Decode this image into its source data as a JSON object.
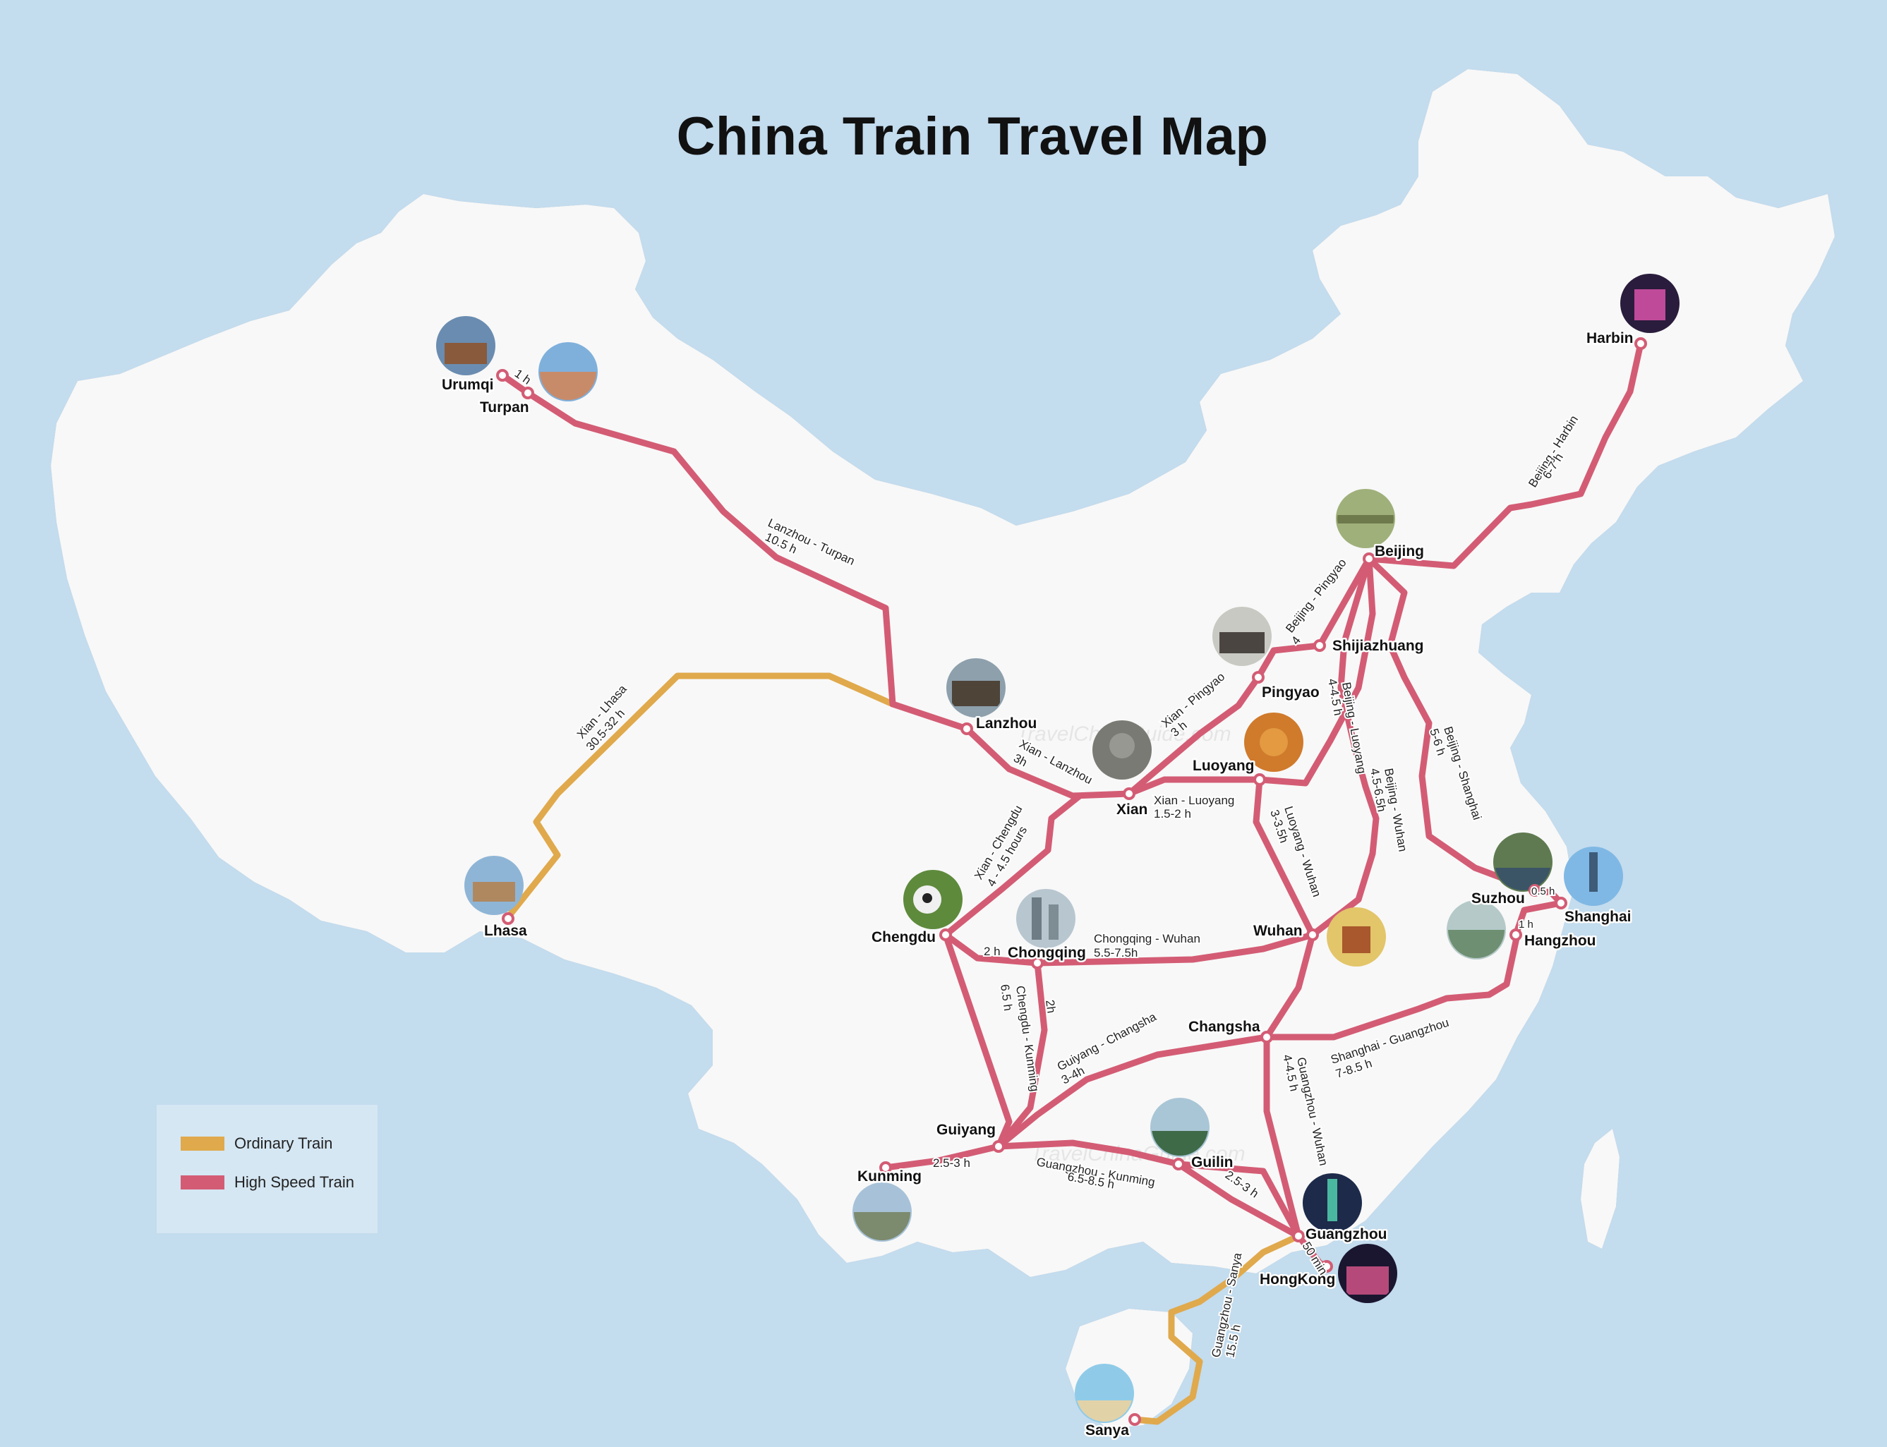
{
  "map": {
    "title": "China Train Travel Map",
    "watermark": "TravelChinaGuide.com",
    "colors": {
      "sea": "#c3dcee",
      "land": "#f8f8f8",
      "high_speed": "#d35c74",
      "ordinary": "#e0a94c"
    }
  },
  "legend": {
    "items": [
      {
        "label": "Ordinary Train",
        "color": "#e0a94c"
      },
      {
        "label": "High Speed Train",
        "color": "#d35c74"
      }
    ]
  },
  "cities": {
    "urumqi": "Urumqi",
    "turpan": "Turpan",
    "lhasa": "Lhasa",
    "lanzhou": "Lanzhou",
    "xian": "Xian",
    "pingyao": "Pingyao",
    "luoyang": "Luoyang",
    "beijing": "Beijing",
    "shijiazhuang": "Shijiazhuang",
    "harbin": "Harbin",
    "chengdu": "Chengdu",
    "chongqing": "Chongqing",
    "wuhan": "Wuhan",
    "suzhou": "Suzhou",
    "shanghai": "Shanghai",
    "hangzhou": "Hangzhou",
    "changsha": "Changsha",
    "guiyang": "Guiyang",
    "kunming": "Kunming",
    "guilin": "Guilin",
    "guangzhou": "Guangzhou",
    "hongkong": "HongKong",
    "sanya": "Sanya"
  },
  "routes": {
    "urumqi_turpan": "1 h",
    "lanzhou_turpan": [
      "Lanzhou - Turpan",
      "10.5 h"
    ],
    "xian_lhasa": [
      "Xian - Lhasa",
      "30.5-32 h"
    ],
    "xian_lanzhou": [
      "Xian - Lanzhou",
      "3h"
    ],
    "xian_pingyao": [
      "Xian - Pingyao",
      "3 h"
    ],
    "beijing_pingyao": [
      "Beijing - Pingyao",
      "4"
    ],
    "beijing_luoyang": [
      "Beijing - Luoyang",
      "4-4.5 h"
    ],
    "beijing_wuhan": [
      "Beijing - Wuhan",
      "4.5-6.5h"
    ],
    "beijing_shanghai": [
      "Beijing - Shanghai",
      "5-6 h"
    ],
    "beijing_harbin": [
      "Beijing - Harbin",
      "6-7 h"
    ],
    "xian_luoyang": [
      "Xian - Luoyang",
      "1.5-2 h"
    ],
    "luoyang_wuhan": [
      "Luoyang - Wuhan",
      "3-3.5h"
    ],
    "xian_chengdu": [
      "Xian - Chengdu",
      "4 - 4.5 hours"
    ],
    "chengdu_chongqing": "2 h",
    "chongqing_wuhan": [
      "Chongqing - Wuhan",
      "5.5-7.5h"
    ],
    "chengdu_kunming": [
      "Chengdu - Kunming",
      "6.5 h"
    ],
    "chongqing_guiyang": "2h",
    "guiyang_changsha": [
      "Guiyang - Changsha",
      "3-4h"
    ],
    "shanghai_guangzhou": [
      "Shanghai - Guangzhou",
      "7-8.5 h"
    ],
    "suzhou_shanghai": "0.5 h",
    "shanghai_hangzhou": "1 h",
    "guangzhou_wuhan": [
      "Guangzhou - Wuhan",
      "4-4.5 h"
    ],
    "kunming_guiyang": "2.5-3 h",
    "guangzhou_kunming": [
      "Guangzhou - Kunming",
      "6.5-8.5 h"
    ],
    "guilin_guangzhou": "2.5-3 h",
    "guangzhou_hongkong": "50 min",
    "guangzhou_sanya": [
      "Guangzhou - Sanya",
      "15.5 h"
    ]
  }
}
